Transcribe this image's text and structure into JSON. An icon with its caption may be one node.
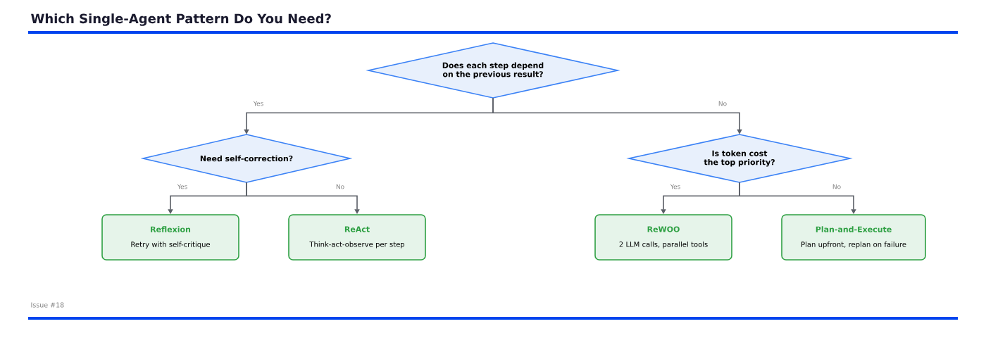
{
  "diagram": {
    "title": "Which Single-Agent Pattern Do You Need?",
    "nodes": [
      {
        "text": [
          "Does each step depend on the previous result?"
        ]
      },
      {
        "text": [
          "Need self-correction?"
        ]
      },
      {
        "text": [
          "Is token cost the top priority?"
        ]
      },
      {
        "text": [
          "Reflexion",
          "Retry with self-critique"
        ]
      },
      {
        "text": [
          "ReAct",
          "Think-act-observe per step"
        ]
      },
      {
        "text": [
          "ReWOO",
          "2 LLM calls, parallel tools"
        ]
      },
      {
        "text": [
          "Plan-and-Execute",
          "Plan upfront, replan on failure"
        ]
      }
    ],
    "edges": [
      {
        "from": 0,
        "to": 1,
        "arrow": "to",
        "label": "Yes"
      },
      {
        "from": 0,
        "to": 2,
        "arrow": "to",
        "label": "No"
      },
      {
        "from": 1,
        "to": 3,
        "arrow": "to",
        "label": "Yes"
      },
      {
        "from": 1,
        "to": 4,
        "arrow": "to",
        "label": "No"
      },
      {
        "from": 2,
        "to": 5,
        "arrow": "to",
        "label": "Yes"
      },
      {
        "from": 2,
        "to": 6,
        "arrow": "to",
        "label": "No"
      }
    ],
    "labels": [
      "Issue #18"
    ]
  }
}
